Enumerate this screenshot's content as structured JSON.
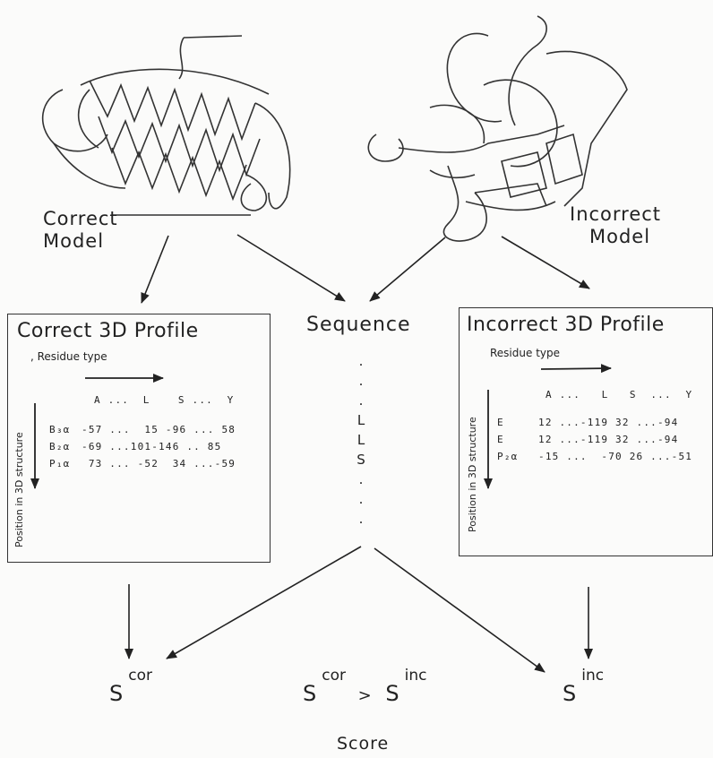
{
  "labels": {
    "correct_model": [
      "Correct",
      "Model"
    ],
    "incorrect_model": [
      "Incorrect",
      "Model"
    ],
    "sequence": "Sequence",
    "score": "Score"
  },
  "correct_profile": {
    "title": "Correct 3D Profile",
    "residue_type": ", Residue type",
    "position_label": "Position in 3D structure",
    "columns": "A ...  L    S ...  Y",
    "rows": [
      {
        "pos": "B₃α",
        "vals": "-57 ...  15 -96 ... 58"
      },
      {
        "pos": "B₂α",
        "vals": "-69 ...101-146 .. 85"
      },
      {
        "pos": "P₁α",
        "vals": " 73 ... -52  34 ...-59"
      }
    ]
  },
  "incorrect_profile": {
    "title": "Incorrect 3D Profile",
    "residue_type": "Residue type",
    "position_label": "Position in 3D structure",
    "columns": "A ...   L   S  ...  Y",
    "rows": [
      {
        "pos": "E",
        "vals": "12 ...-119 32 ...-94"
      },
      {
        "pos": "E",
        "vals": "12 ...-119 32 ...-94"
      },
      {
        "pos": "P₂α",
        "vals": "-15 ...  -70 26 ...-51"
      }
    ]
  },
  "sequence_chars": [
    ".",
    ".",
    ".",
    "L",
    "L",
    "S",
    ".",
    ".",
    "."
  ],
  "scores": {
    "s_cor": {
      "base": "S",
      "sup": "cor"
    },
    "s_inc": {
      "base": "S",
      "sup": "inc"
    },
    "compare": {
      "left_base": "S",
      "left_sup": "cor",
      "op": ">",
      "right_base": "S",
      "right_sup": "inc"
    }
  }
}
